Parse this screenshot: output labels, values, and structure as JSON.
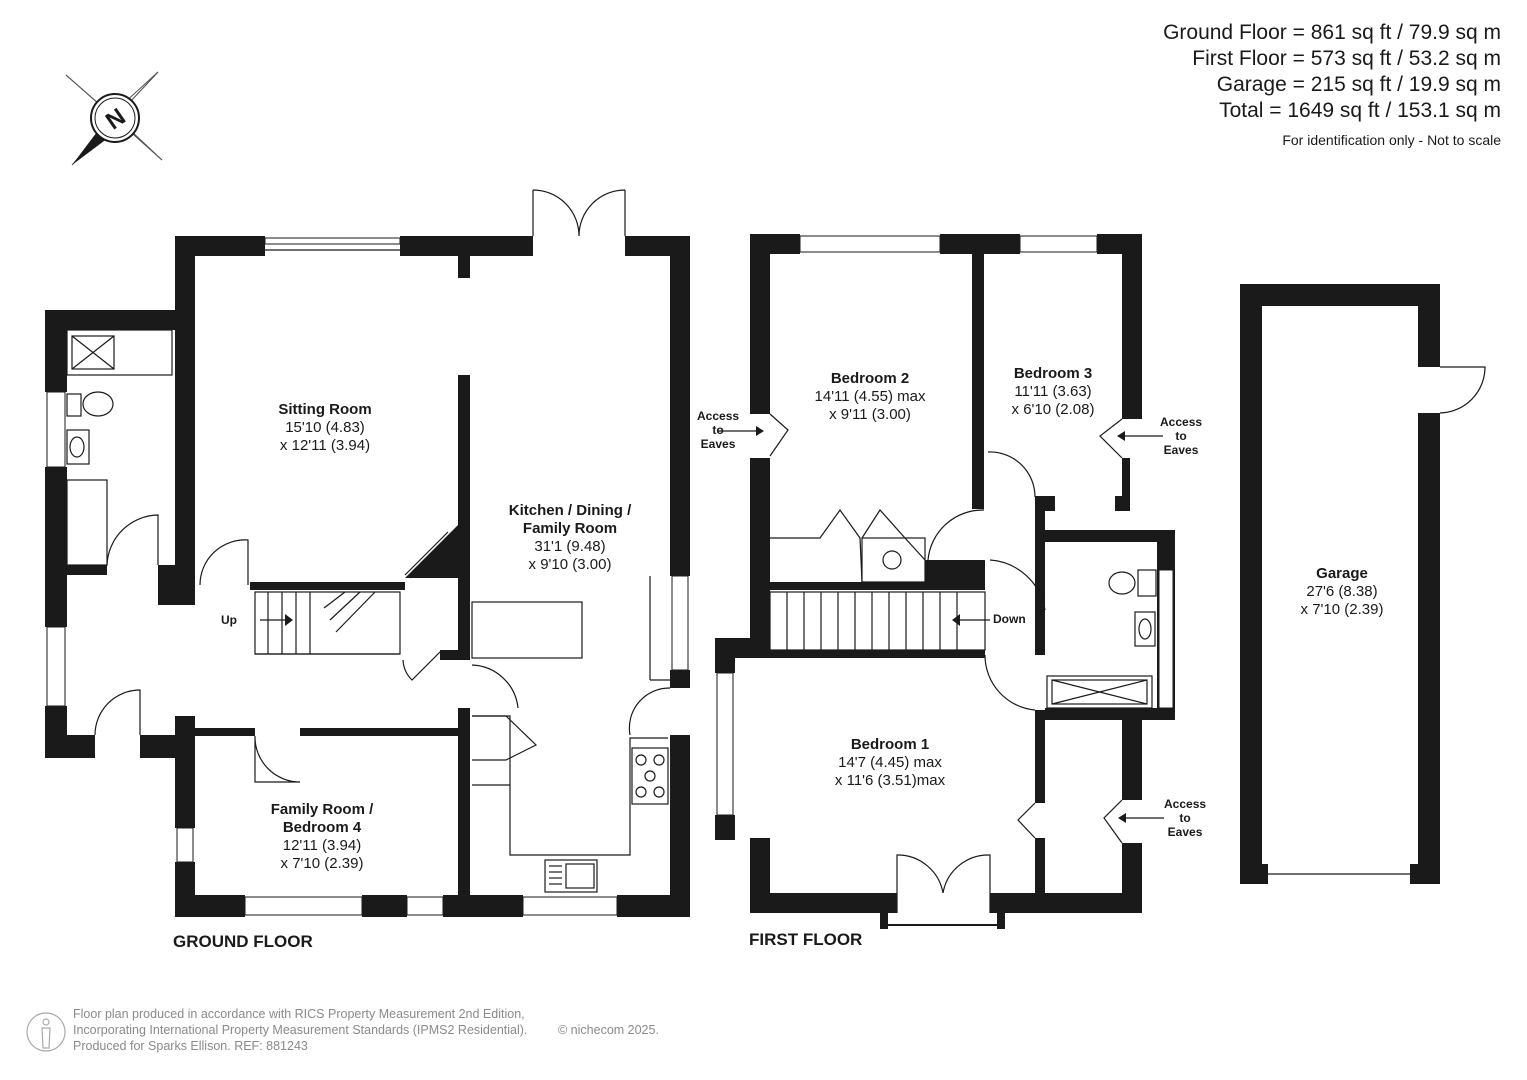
{
  "areas": {
    "ground": "Ground Floor = 861 sq ft / 79.9 sq m",
    "first": "First Floor = 573 sq ft / 53.2 sq m",
    "garage": "Garage = 215 sq ft / 19.9 sq m",
    "total": "Total = 1649 sq ft / 153.1 sq m",
    "note": "For identification only - Not to scale"
  },
  "compass": {
    "letter": "N",
    "icon": "compass-icon"
  },
  "floors": {
    "ground_label": "GROUND FLOOR",
    "first_label": "FIRST FLOOR"
  },
  "rooms": {
    "sitting": {
      "name": "Sitting Room",
      "dim1": "15'10 (4.83)",
      "dim2": "x 12'11 (3.94)"
    },
    "kitchen": {
      "name1": "Kitchen / Dining /",
      "name2": "Family Room",
      "dim1": "31'1 (9.48)",
      "dim2": "x 9'10 (3.00)"
    },
    "family": {
      "name1": "Family Room /",
      "name2": "Bedroom 4",
      "dim1": "12'11 (3.94)",
      "dim2": "x 7'10 (2.39)"
    },
    "bed1": {
      "name": "Bedroom 1",
      "dim1": "14'7 (4.45) max",
      "dim2": "x 11'6 (3.51)max"
    },
    "bed2": {
      "name": "Bedroom 2",
      "dim1": "14'11 (4.55) max",
      "dim2": "x 9'11 (3.00)"
    },
    "bed3": {
      "name": "Bedroom 3",
      "dim1": "11'11 (3.63)",
      "dim2": "x 6'10 (2.08)"
    },
    "garage": {
      "name": "Garage",
      "dim1": "27'6 (8.38)",
      "dim2": "x 7'10 (2.39)"
    }
  },
  "labels": {
    "up": "Up",
    "down": "Down",
    "eaves_l1": "Access",
    "eaves_l2": "to",
    "eaves_l3": "Eaves"
  },
  "footer": {
    "line1": "Floor plan produced in accordance with RICS Property Measurement 2nd Edition,",
    "line2": "Incorporating International Property Measurement Standards (IPMS2 Residential).",
    "line3": "Produced for Sparks Ellison.   REF: 881243",
    "brand": "© nichecom 2025."
  }
}
